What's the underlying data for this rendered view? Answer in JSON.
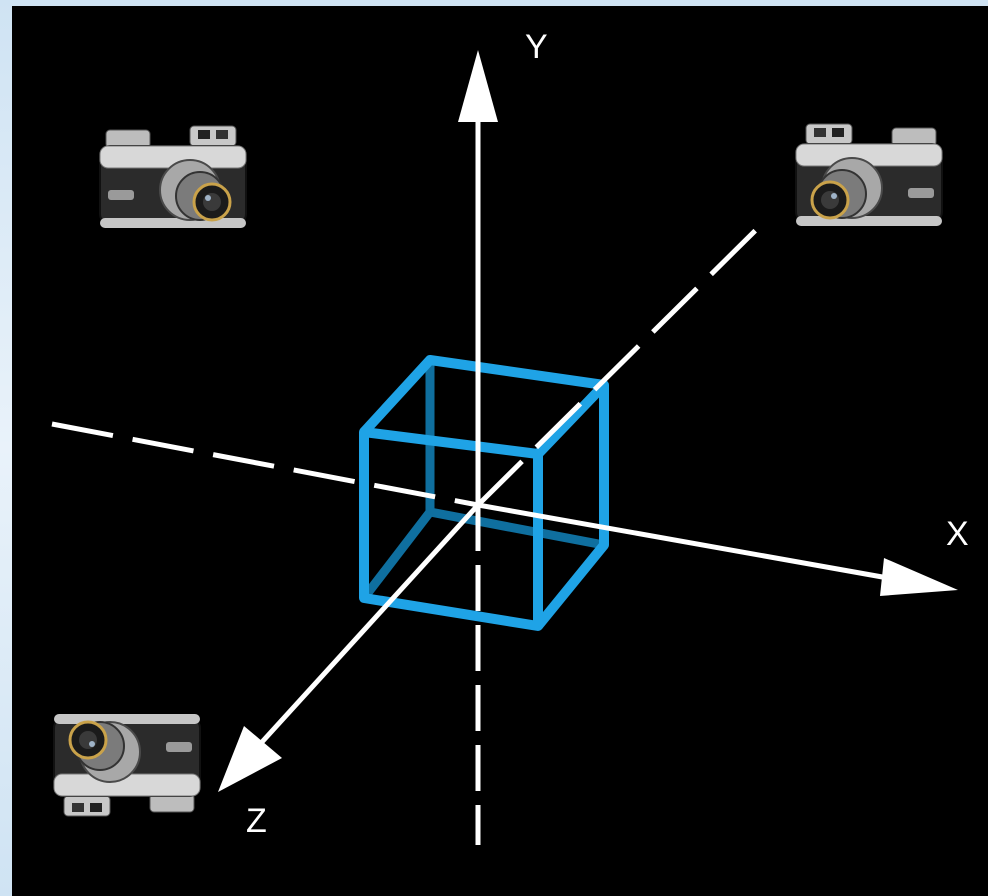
{
  "diagram": {
    "axes": {
      "x_label": "X",
      "y_label": "Y",
      "z_label": "Z"
    },
    "cube_color": "#1fa3e6",
    "axis_color": "#ffffff",
    "background_color": "#000000",
    "cameras": [
      "camera-icon",
      "camera-icon",
      "camera-icon"
    ]
  }
}
